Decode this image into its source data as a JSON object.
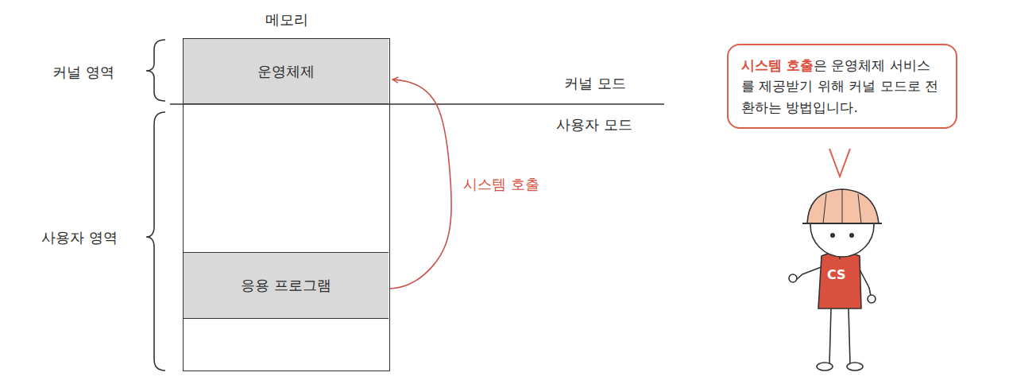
{
  "diagram": {
    "nodes": [
      {
        "text": [
          "메모리"
        ]
      },
      {
        "text": [
          "운영체제"
        ],
        "in": 0
      },
      {
        "text": [
          "응용 프로그램"
        ],
        "in": 0
      },
      {
        "text": [
          "시스템 호출",
          "은 운영체제 서비스를 제공받기 위해 커널 모드로 전환하는 방법입니다."
        ]
      }
    ],
    "edges": [
      {
        "from": 2,
        "to": 1,
        "label": "시스템 호출",
        "arrow": "to"
      }
    ],
    "labels": [
      "커널 영역",
      "사용자 영역",
      "커널 모드",
      "사용자 모드",
      "CS"
    ]
  }
}
